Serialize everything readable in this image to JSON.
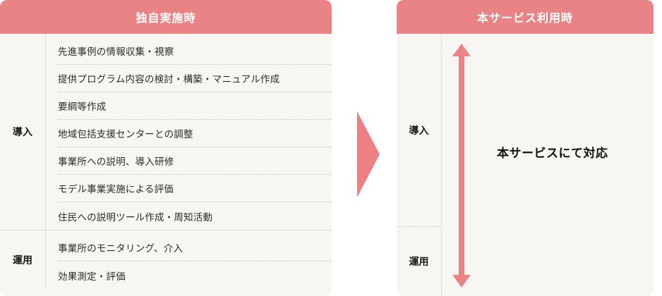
{
  "colors": {
    "header_bg": "#E98385",
    "panel_bg": "#F8F6F3",
    "arrow": "#E98385",
    "connector": "#EC8083",
    "dotted_line": "#C9C4BC",
    "text": "#2b2b2b",
    "header_text": "#ffffff"
  },
  "left_panel": {
    "header_title": "独自実施時",
    "groups": [
      {
        "label": "導入",
        "rows": [
          "先進事例の情報収集・視察",
          "提供プログラム内容の検討・構築・マニュアル作成",
          "要綱等作成",
          "地域包括支援センターとの調整",
          "事業所への説明、導入研修",
          "モデル事業実施による評価",
          "住民への説明ツール作成・周知活動"
        ]
      },
      {
        "label": "運用",
        "rows": [
          "事業所のモニタリング、介入",
          "効果測定・評価"
        ]
      }
    ]
  },
  "connector": {
    "icon": "right-triangle-arrow-icon"
  },
  "right_panel": {
    "header_title": "本サービス利用時",
    "segments": [
      {
        "label": "導入"
      },
      {
        "label": "運用"
      }
    ],
    "arrow_icon": "double-headed-vertical-arrow-icon",
    "note": "本サービスにて対応"
  }
}
